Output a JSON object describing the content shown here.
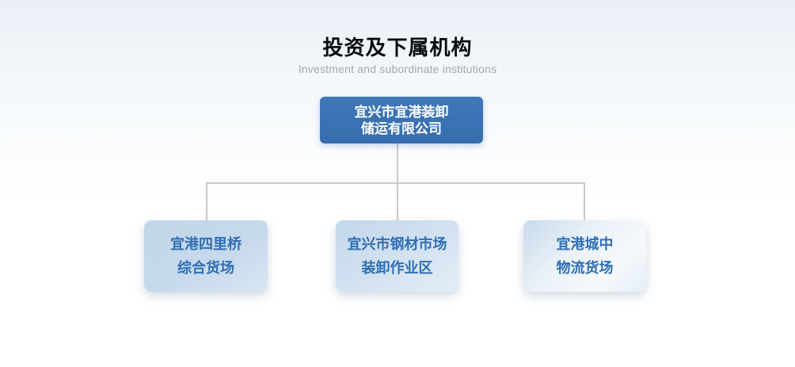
{
  "header": {
    "title": "投资及下属机构",
    "subtitle": "Investment and subordinate institutions"
  },
  "org_chart": {
    "root": {
      "name": "宜兴市宜港装卸储运有限公司",
      "line1": "宜兴市宜港装卸",
      "line2": "储运有限公司"
    },
    "children": [
      {
        "name": "宜港四里桥综合货场",
        "line1": "宜港四里桥",
        "line2": "综合货场"
      },
      {
        "name": "宜兴市钢材市场装卸作业区",
        "line1": "宜兴市钢材市场",
        "line2": "装卸作业区"
      },
      {
        "name": "宜港城中物流货场",
        "line1": "宜港城中",
        "line2": "物流货场"
      }
    ]
  },
  "colors": {
    "root_box_bg": "#3a73b4",
    "root_box_text": "#ffffff",
    "child_box_bg": "#c6d9ec",
    "child_box_text": "#2f6fb3",
    "connector": "#c9c9c9",
    "title_text": "#0b0b0b",
    "subtitle_text": "#a3a7ab"
  }
}
